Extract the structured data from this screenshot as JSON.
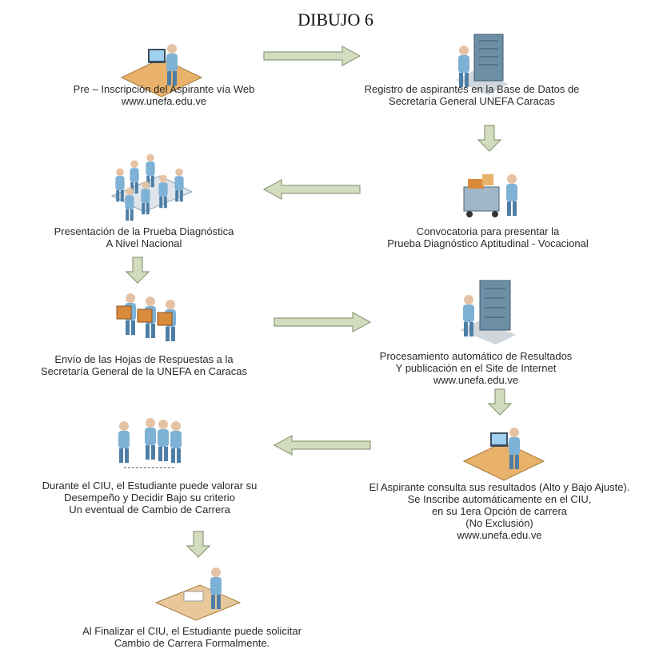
{
  "title": "DIBUJO 6",
  "steps": [
    {
      "lines": [
        "Pre – Inscripción del Aspirante vía Web",
        "www.unefa.edu.ve"
      ],
      "icon": "person-at-computer-icon"
    },
    {
      "lines": [
        "Registro de aspirantes en la Base de Datos de",
        "Secretaría General UNEFA Caracas"
      ],
      "icon": "database-server-icon"
    },
    {
      "lines": [
        "Convocatoria para presentar la",
        "Prueba Diagnóstico Aptitudinal - Vocacional"
      ],
      "icon": "mail-cart-icon"
    },
    {
      "lines": [
        "Presentación de la Prueba Diagnóstica",
        "A Nivel Nacional"
      ],
      "icon": "meeting-table-icon"
    },
    {
      "lines": [
        "Envío de las Hojas de Respuestas a la",
        "Secretaría General de la UNEFA en Caracas"
      ],
      "icon": "people-carrying-boxes-icon"
    },
    {
      "lines": [
        "Procesamiento automático de Resultados",
        "Y publicación en el Site de Internet",
        "www.unefa.edu.ve"
      ],
      "icon": "server-rack-icon"
    },
    {
      "lines": [
        "El Aspirante consulta sus resultados (Alto y Bajo Ajuste).",
        "Se Inscribe automáticamente en el CIU,",
        "en su 1era Opción de carrera",
        "(No Exclusión)",
        "www.unefa.edu.ve"
      ],
      "icon": "person-at-computer-icon"
    },
    {
      "lines": [
        "Durante el CIU, el Estudiante puede valorar su",
        "Desempeño y Decidir Bajo su criterio",
        "Un eventual de Cambio de Carrera"
      ],
      "icon": "people-network-icon"
    },
    {
      "lines": [
        "Al Finalizar el CIU, el Estudiante puede solicitar",
        "Cambio de Carrera Formalmente."
      ],
      "icon": "person-writing-icon"
    }
  ],
  "colors": {
    "arrow_fill": "#d4dcc0",
    "arrow_stroke": "#8e9a7a",
    "person": "#7eb1d6",
    "person_dark": "#4d7ea6",
    "server": "#6d8fa6",
    "desk": "#e8b26a",
    "box": "#d98a3b"
  }
}
